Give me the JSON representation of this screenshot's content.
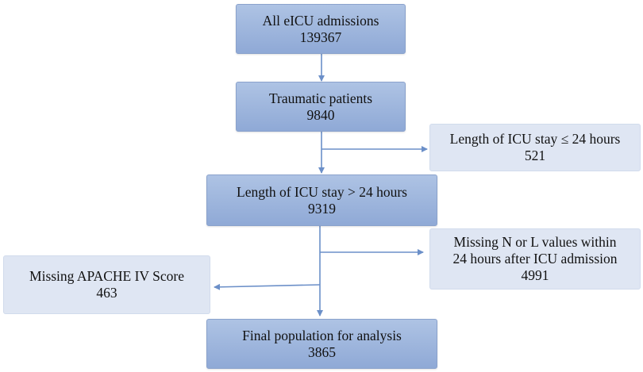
{
  "nodes": {
    "all": {
      "label": "All eICU admissions",
      "count": "139367"
    },
    "traumatic": {
      "label": "Traumatic patients",
      "count": "9840"
    },
    "excl_short_stay": {
      "label": "Length of ICU stay ≤ 24 hours",
      "count": "521"
    },
    "long_stay": {
      "label": "Length of ICU stay > 24 hours",
      "count": "9319"
    },
    "excl_missing_nl": {
      "label_line1": "Missing N or L values within",
      "label_line2": "24 hours after ICU admission",
      "count": "4991"
    },
    "excl_missing_apache": {
      "label": "Missing APACHE IV Score",
      "count": "463"
    },
    "final": {
      "label": "Final population for analysis",
      "count": "3865"
    }
  },
  "colors": {
    "main_box": "#9db6df",
    "side_box": "#dfe6f3",
    "arrow": "#6b8fc8"
  }
}
